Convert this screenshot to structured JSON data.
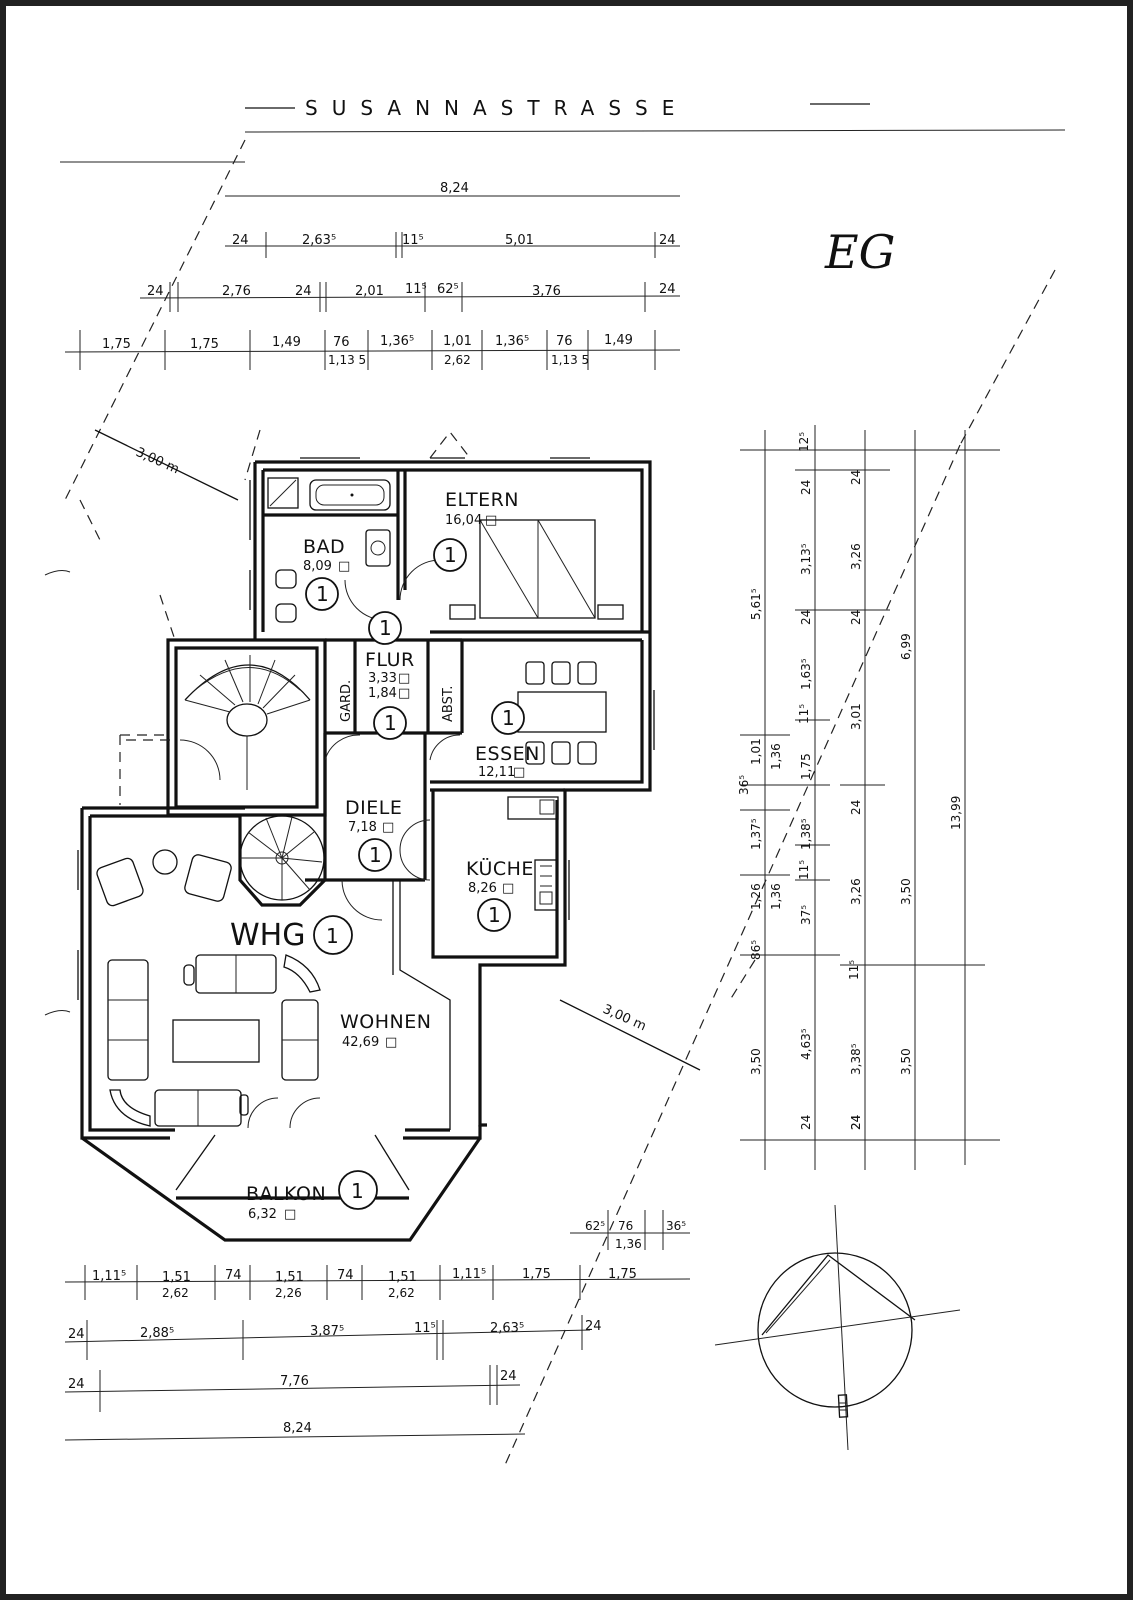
{
  "plan": {
    "street_name": "SUSANNASTRASSE",
    "floor_label": "EG",
    "unit_label": "WHG",
    "unit_number": "1",
    "rooms": [
      {
        "name": "ELTERN",
        "area": "16,04",
        "unit": "1"
      },
      {
        "name": "BAD",
        "area": "8,09",
        "unit": "1"
      },
      {
        "name": "FLUR",
        "area": "3,33",
        "area2": "1,84",
        "unit": "1"
      },
      {
        "name": "GARD.",
        "area": "",
        "unit": ""
      },
      {
        "name": "ABST.",
        "area": "",
        "unit": ""
      },
      {
        "name": "ESSEN",
        "area": "12,11",
        "unit": "1"
      },
      {
        "name": "DIELE",
        "area": "7,18",
        "unit": "1"
      },
      {
        "name": "KÜCHE",
        "area": "8,26",
        "unit": "1"
      },
      {
        "name": "WOHNEN",
        "area": "42,69",
        "unit": ""
      },
      {
        "name": "BALKON",
        "area": "6,32",
        "unit": "1"
      }
    ],
    "distance_labels": [
      "3,00 m",
      "3,00 m"
    ],
    "top_dimensions": {
      "row1": [
        "8,24"
      ],
      "row2": [
        "24",
        "2,63⁵",
        "11⁵",
        "5,01",
        "24"
      ],
      "row3": [
        "24",
        "2,76",
        "24",
        "2,01",
        "11⁵",
        "62⁵",
        "3,76",
        "24"
      ],
      "row4": [
        "1,75",
        "1,75",
        "1,49",
        "76",
        "1,36⁵",
        "1,01",
        "1,36⁵",
        "76",
        "1,49"
      ],
      "row4_sub": [
        "1,13 5",
        "2,62",
        "1,13 5"
      ]
    },
    "bottom_dimensions": {
      "row0": [
        "62⁵",
        "76",
        "36⁵"
      ],
      "row0_sub": [
        "1,36"
      ],
      "row1": [
        "1,11⁵",
        "1,51",
        "74",
        "1,51",
        "74",
        "1,51",
        "1,11⁵",
        "1,75",
        "1,75"
      ],
      "row1_sub": [
        "2,62",
        "2,26",
        "2,62"
      ],
      "row2": [
        "24",
        "2,88⁵",
        "3,87⁵",
        "11⁵",
        "2,63⁵",
        "24"
      ],
      "row3": [
        "24",
        "7,76",
        "24"
      ],
      "row4": [
        "8,24"
      ]
    },
    "right_dimensions": {
      "col1": [
        "5,61⁵",
        "1,01",
        "36⁵",
        "1,37⁵",
        "1,26",
        "86⁵",
        "3,50"
      ],
      "col2": [
        "12⁵",
        "1,36",
        "1,36",
        "4,63⁵",
        "24"
      ],
      "col3": [
        "24",
        "3,13⁵",
        "24",
        "1,63⁵",
        "11⁵",
        "1,75",
        "1,38⁵",
        "11⁵",
        "37⁵",
        "3,38⁵",
        "24"
      ],
      "col4": [
        "24",
        "3,26",
        "24",
        "3,01",
        "24",
        "3,26",
        "11⁵",
        "24"
      ],
      "col5": [
        "6,99",
        "3,50",
        "3,50"
      ],
      "col6": [
        "13,99"
      ]
    }
  }
}
